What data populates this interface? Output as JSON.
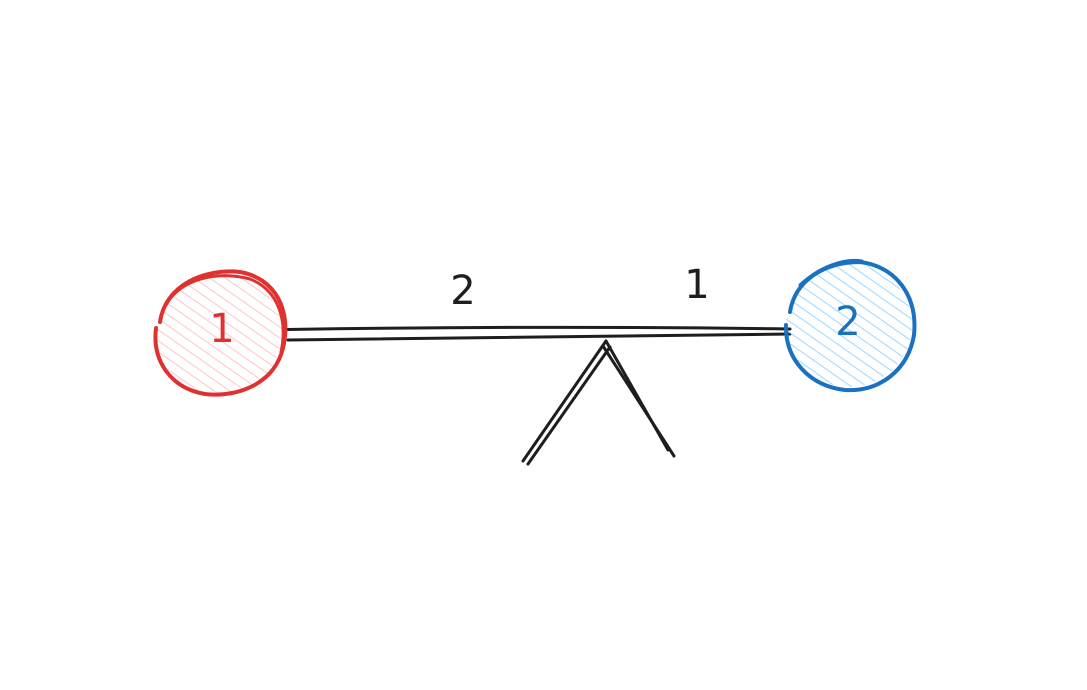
{
  "diagram": {
    "left_mass": {
      "label": "1",
      "stroke_color": "#e03131",
      "fill_color": "#ffc9c9"
    },
    "right_mass": {
      "label": "2",
      "stroke_color": "#1971c2",
      "fill_color": "#a5d8ff"
    },
    "left_arm_label": "2",
    "right_arm_label": "1",
    "beam_color": "#1e1e1e",
    "fulcrum_color": "#1e1e1e"
  }
}
